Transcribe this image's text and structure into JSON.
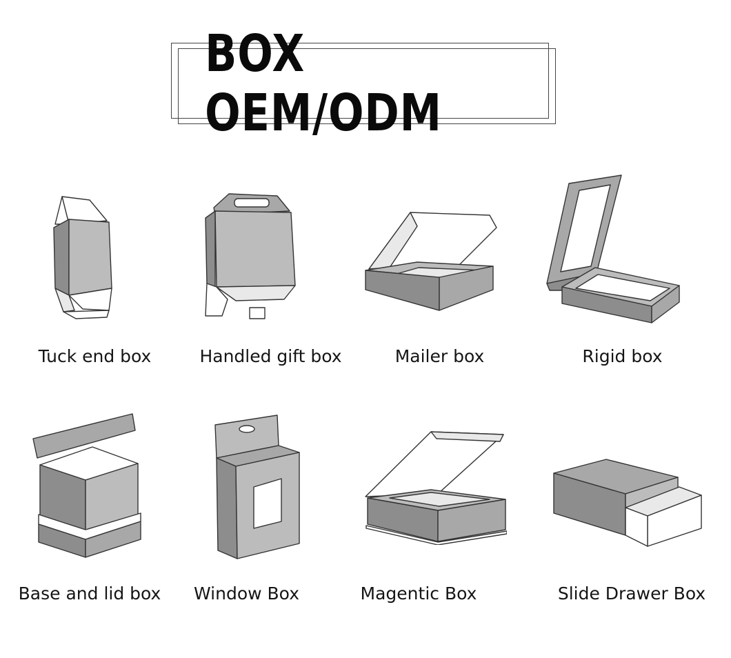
{
  "title": "BOX  OEM/ODM",
  "colors": {
    "box_gray_dark": "#8d8d8d",
    "box_gray_mid": "#a8a8a8",
    "box_gray_light": "#bcbcbc",
    "outline": "#333333"
  },
  "items": [
    {
      "label": "Tuck end box",
      "icon": "tuck-end-box-icon"
    },
    {
      "label": "Handled gift box",
      "icon": "handled-gift-box-icon"
    },
    {
      "label": "Mailer box",
      "icon": "mailer-box-icon"
    },
    {
      "label": "Rigid box",
      "icon": "rigid-box-icon"
    },
    {
      "label": "Base and lid box",
      "icon": "base-and-lid-box-icon"
    },
    {
      "label": "Window Box",
      "icon": "window-box-icon"
    },
    {
      "label": "Magentic Box",
      "icon": "magnetic-box-icon"
    },
    {
      "label": "Slide Drawer Box",
      "icon": "slide-drawer-box-icon"
    }
  ]
}
